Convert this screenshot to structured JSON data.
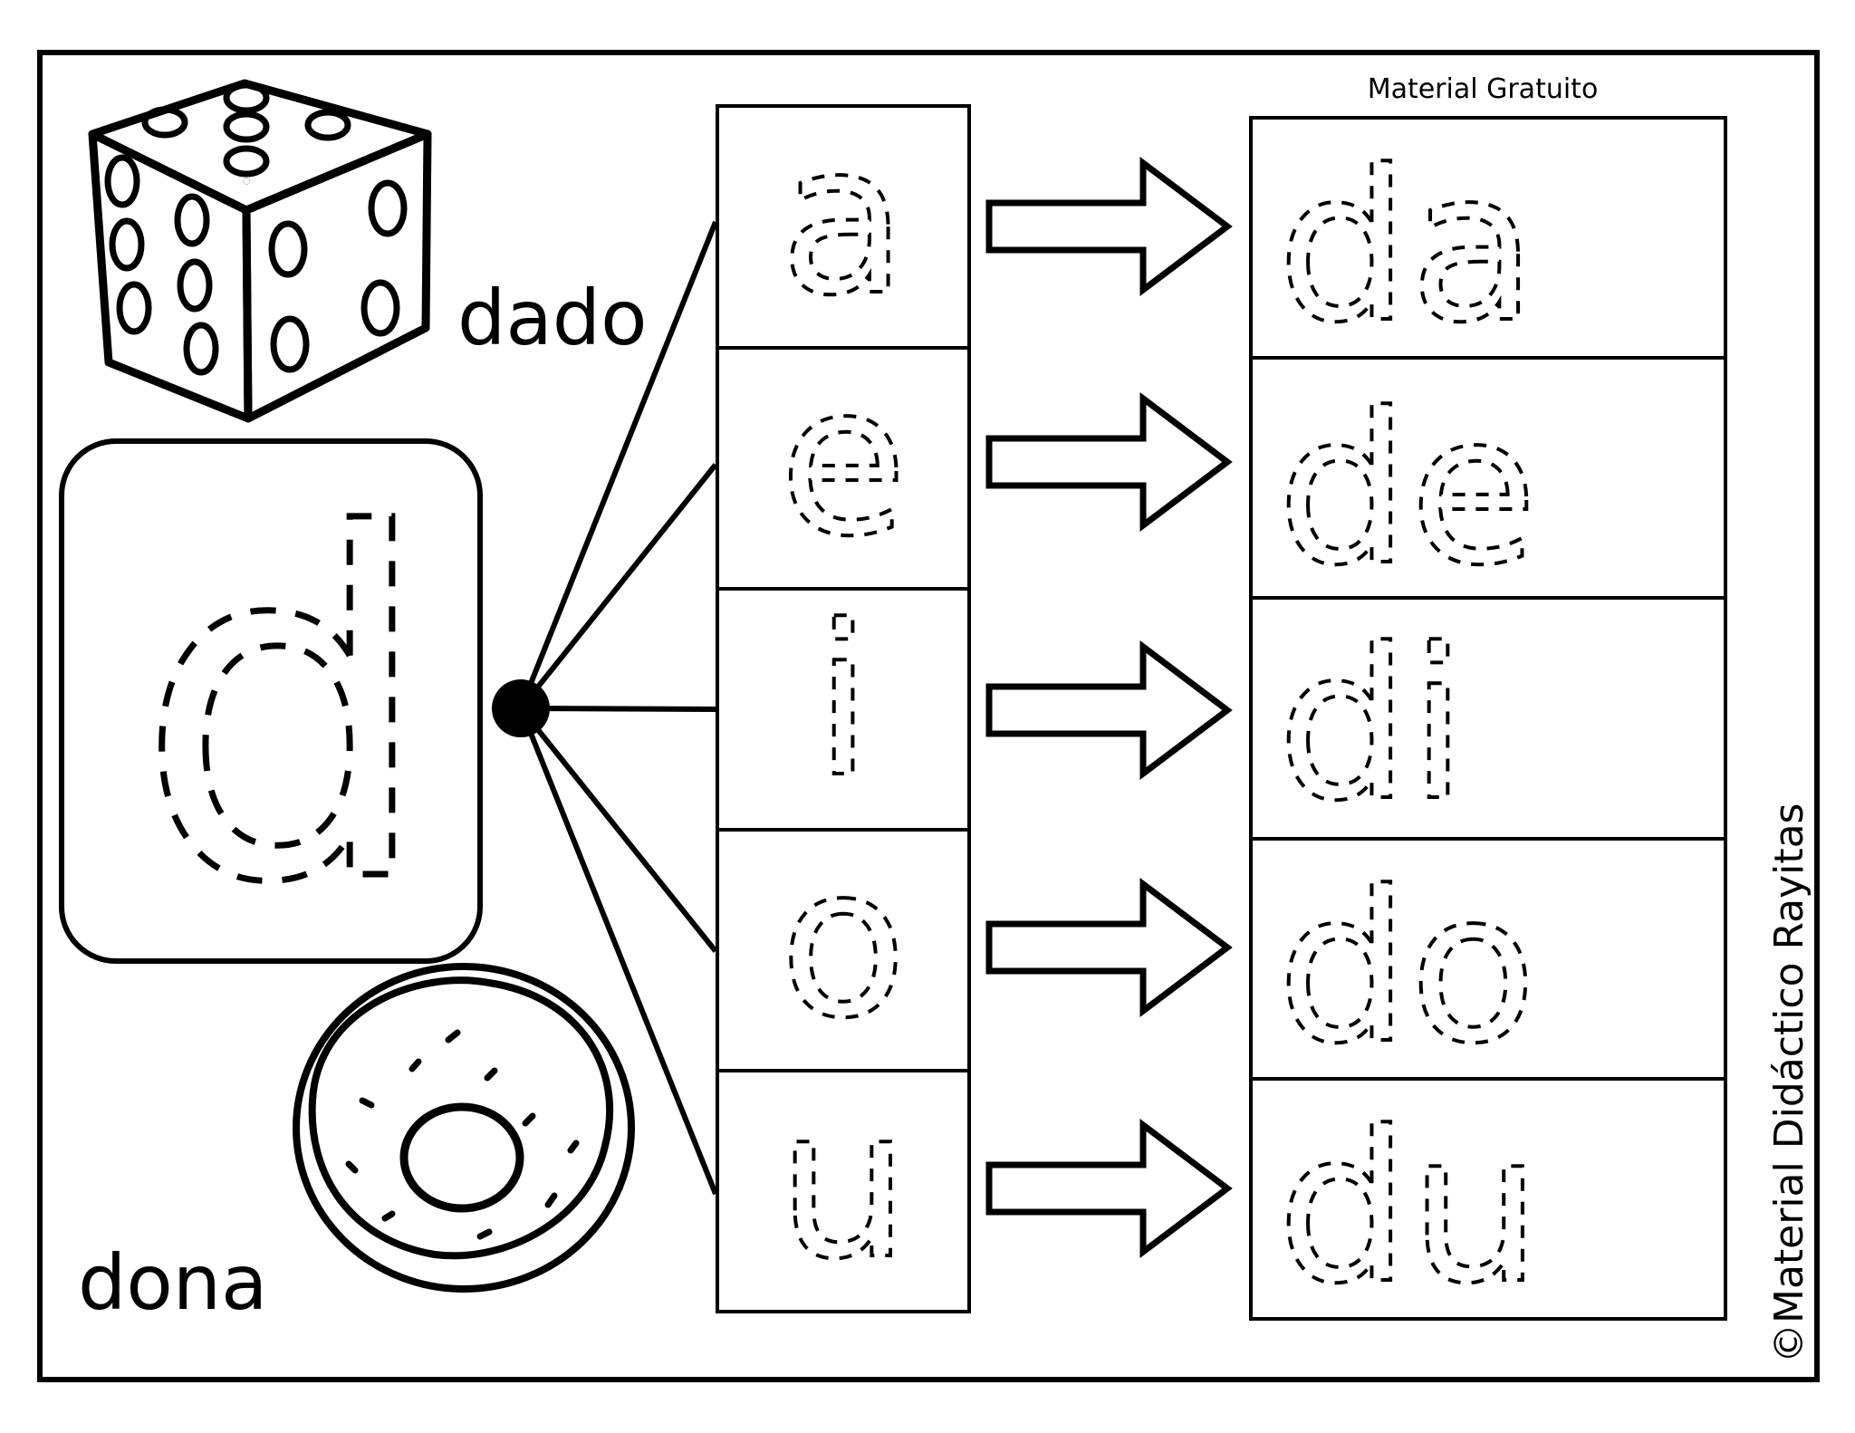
{
  "header": {
    "label": "Material Gratuito"
  },
  "main_letter": "d",
  "words": {
    "top": "dado",
    "bottom": "dona"
  },
  "vowels": [
    "a",
    "e",
    "i",
    "o",
    "u"
  ],
  "syllables": [
    "da",
    "de",
    "di",
    "do",
    "du"
  ],
  "credit": "©Material Didáctico Rayitas"
}
